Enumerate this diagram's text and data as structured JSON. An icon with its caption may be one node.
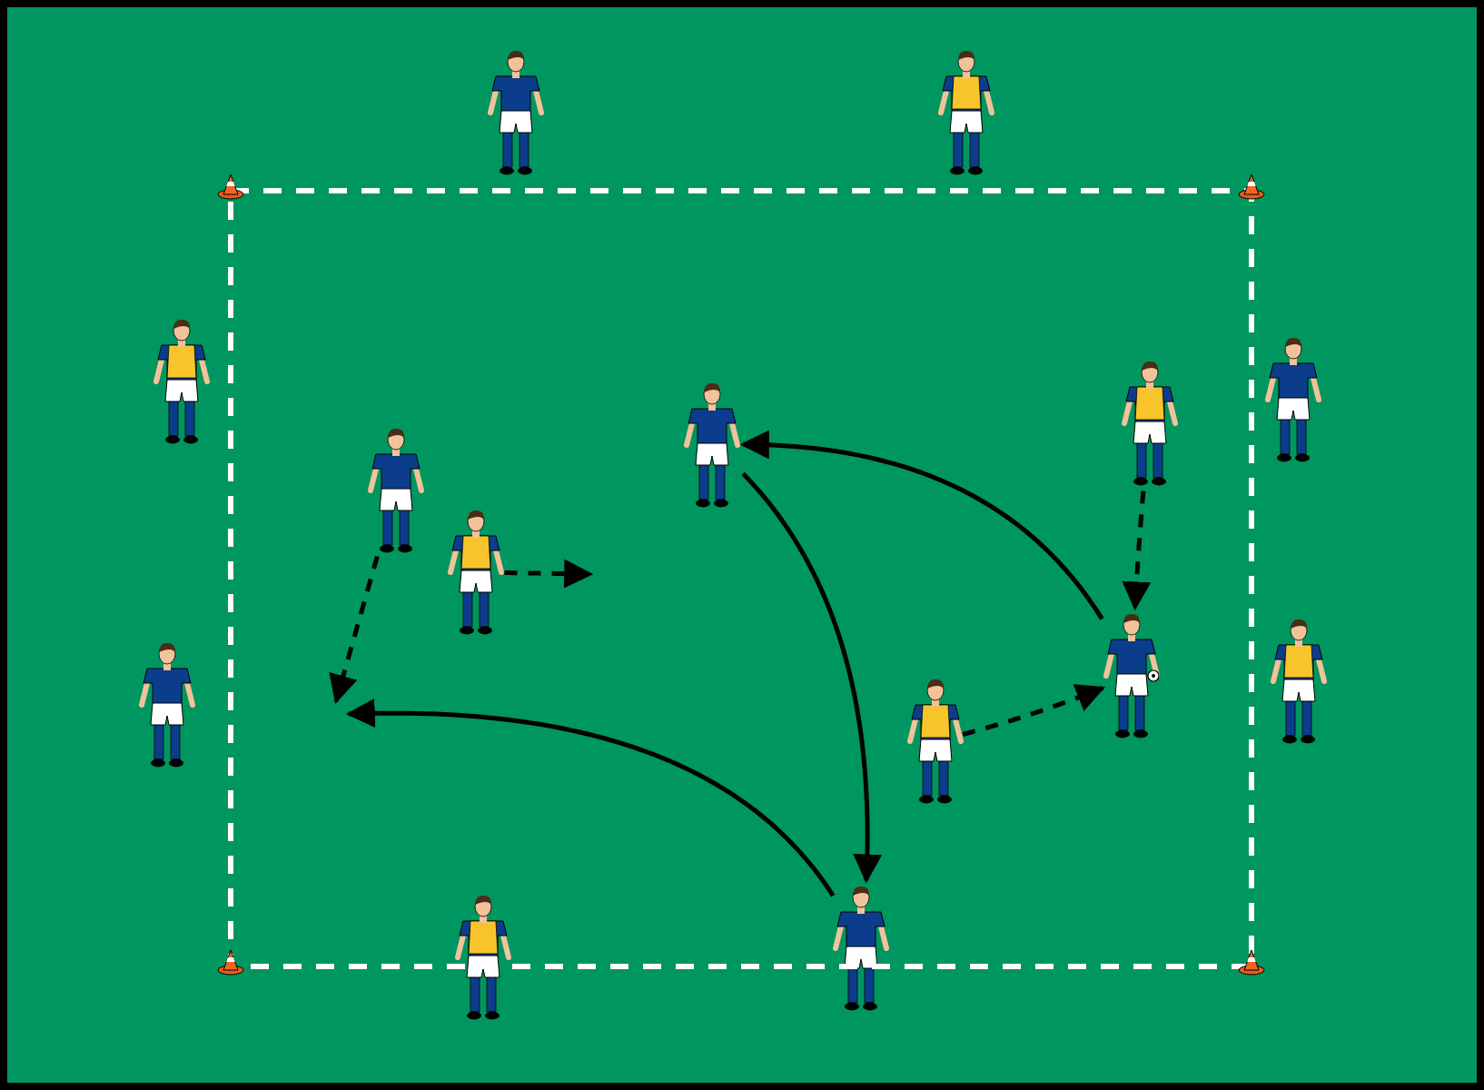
{
  "diagram": {
    "nodes": [
      {
        "text": [],
        "shape": "person"
      },
      {
        "text": [],
        "shape": "person"
      },
      {
        "text": [],
        "shape": "person"
      },
      {
        "text": [],
        "shape": "person"
      },
      {
        "text": [],
        "shape": "person"
      },
      {
        "text": [],
        "shape": "person"
      },
      {
        "text": [],
        "shape": "person"
      },
      {
        "text": [],
        "shape": "person"
      },
      {
        "text": [],
        "shape": "person"
      },
      {
        "text": [],
        "shape": "person"
      },
      {
        "text": [],
        "shape": "person"
      },
      {
        "text": [],
        "shape": "person"
      },
      {
        "text": [],
        "shape": "person"
      },
      {
        "text": [],
        "shape": "person"
      }
    ],
    "edges": [
      {
        "from": 8,
        "to": 5,
        "arrow": "to"
      },
      {
        "from": 5,
        "to": 13,
        "arrow": "to"
      },
      {
        "from": 13,
        "to": null,
        "arrow": "to"
      },
      {
        "from": 6,
        "to": null,
        "arrow": "to",
        "style": "dashed"
      },
      {
        "from": 7,
        "to": null,
        "arrow": "to",
        "style": "dashed"
      },
      {
        "from": 4,
        "to": 8,
        "arrow": "to",
        "style": "dashed"
      },
      {
        "from": 11,
        "to": 8,
        "arrow": "to",
        "style": "dashed"
      }
    ]
  }
}
